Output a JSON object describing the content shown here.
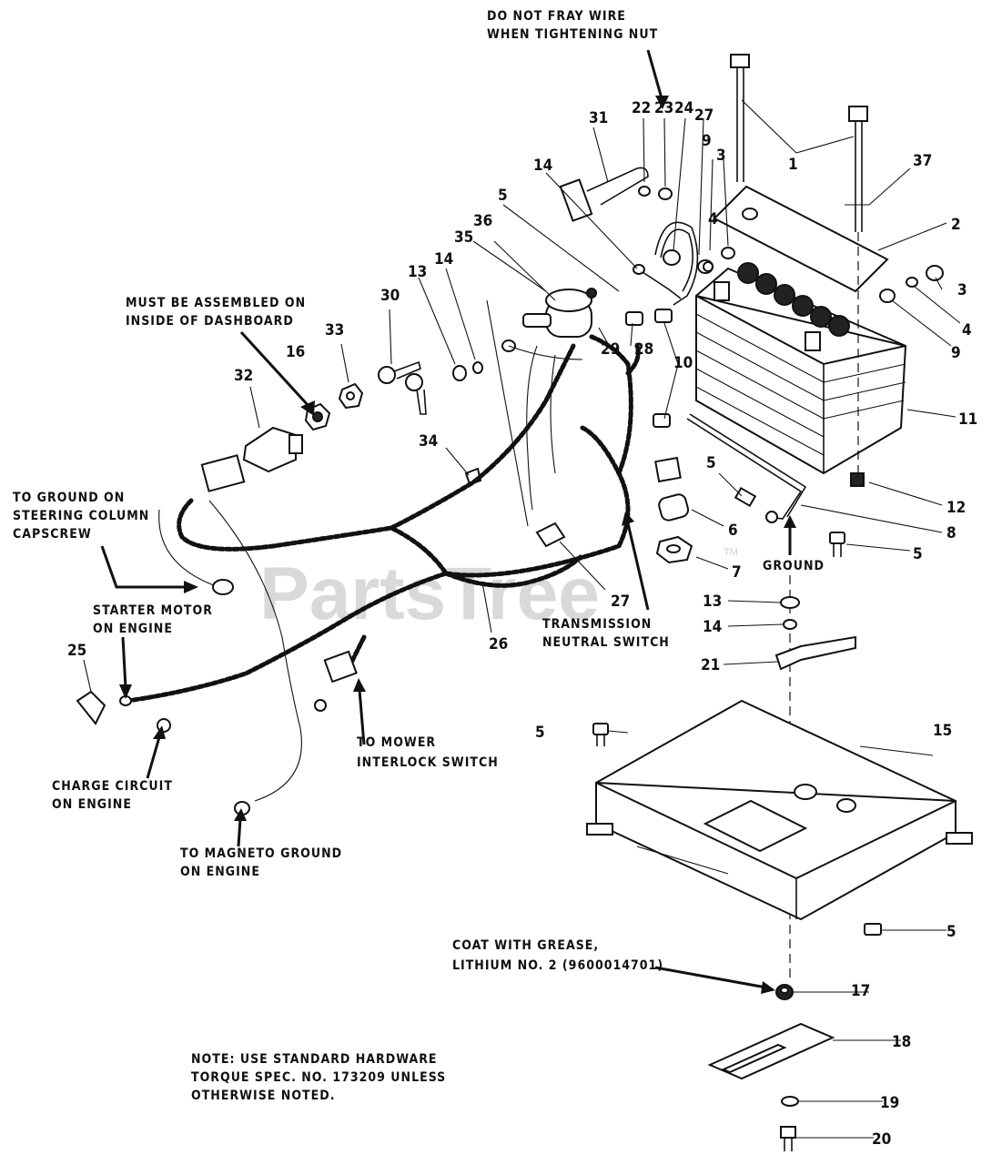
{
  "watermark": "PartsTree",
  "watermark_tm": "TM",
  "callouts": {
    "do_not_fray": [
      "DO NOT FRAY WIRE",
      "WHEN TIGHTENING NUT"
    ],
    "must_assemble": [
      "MUST BE ASSEMBLED ON",
      "INSIDE OF DASHBOARD"
    ],
    "to_ground_steering": [
      "TO GROUND ON",
      "STEERING COLUMN",
      "CAPSCREW"
    ],
    "starter_motor": [
      "STARTER MOTOR",
      "ON ENGINE"
    ],
    "charge_circuit": [
      "CHARGE CIRCUIT",
      "ON ENGINE"
    ],
    "magneto_ground": [
      "TO MAGNETO GROUND",
      "ON ENGINE"
    ],
    "mower_interlock": [
      "TO MOWER",
      "INTERLOCK SWITCH"
    ],
    "transmission_neutral": [
      "TRANSMISSION",
      "NEUTRAL SWITCH"
    ],
    "ground": "GROUND",
    "coat_grease": [
      "COAT WITH GREASE,",
      "LITHIUM NO. 2 (9600014701)"
    ],
    "note": [
      "NOTE: USE STANDARD HARDWARE",
      "TORQUE SPEC. NO. 173209 UNLESS",
      "OTHERWISE NOTED."
    ]
  },
  "part_numbers": {
    "n1": "1",
    "n2": "2",
    "n3a": "3",
    "n3b": "3",
    "n4a": "4",
    "n4b": "4",
    "n5a": "5",
    "n5b": "5",
    "n5c": "5",
    "n5d": "5",
    "n5e": "5",
    "n6": "6",
    "n7": "7",
    "n8": "8",
    "n9a": "9",
    "n9b": "9",
    "n10": "10",
    "n11": "11",
    "n12": "12",
    "n13a": "13",
    "n13b": "13",
    "n14a": "14",
    "n14b": "14",
    "n14c": "14",
    "n15": "15",
    "n16": "16",
    "n17": "17",
    "n18": "18",
    "n19": "19",
    "n20": "20",
    "n21": "21",
    "n22": "22",
    "n23": "23",
    "n24": "24",
    "n25": "25",
    "n26": "26",
    "n27a": "27",
    "n27b": "27",
    "n28": "28",
    "n29": "29",
    "n30": "30",
    "n31": "31",
    "n32": "32",
    "n33": "33",
    "n34": "34",
    "n35": "35",
    "n36": "36",
    "n37": "37"
  }
}
